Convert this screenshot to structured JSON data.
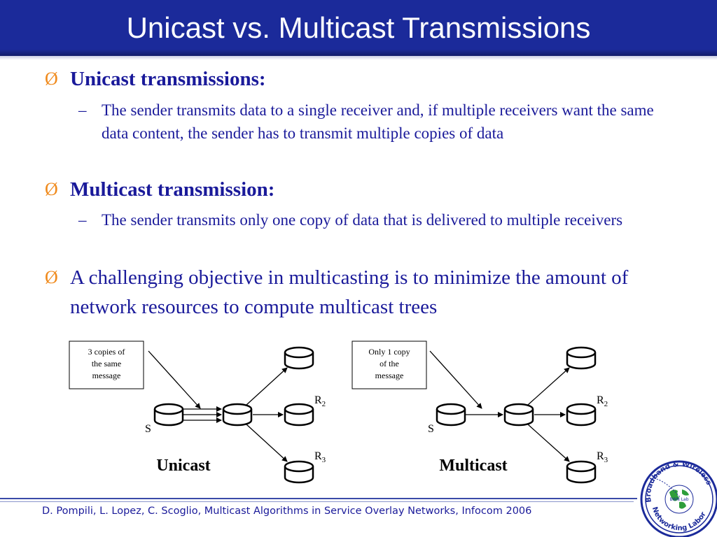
{
  "slide": {
    "title": "Unicast vs. Multicast Transmissions"
  },
  "bullets": [
    {
      "text": "Unicast transmissions:",
      "sub": "The sender transmits data to a single receiver and, if multiple receivers want the same data content, the sender has to transmit multiple copies of data"
    },
    {
      "text": "Multicast transmission:",
      "sub": "The sender transmits only one copy of data that is delivered to multiple receivers"
    },
    {
      "text": "A challenging objective in multicasting is to minimize the amount of network resources to compute multicast trees"
    }
  ],
  "bullet_marker": "Ø",
  "sub_marker": "–",
  "diagram_unicast": {
    "note_line1": "3 copies of",
    "note_line2": "the same",
    "note_line3": "message",
    "sender_label": "S",
    "receiver2_label": "R",
    "receiver2_sub": "2",
    "receiver3_label": "R",
    "receiver3_sub": "3",
    "caption": "Unicast"
  },
  "diagram_multicast": {
    "note_line1": "Only 1  copy",
    "note_line2": "of the",
    "note_line3": "message",
    "sender_label": "S",
    "receiver2_label": "R",
    "receiver2_sub": "2",
    "receiver3_label": "R",
    "receiver3_sub": "3",
    "caption": "Multicast"
  },
  "footer": {
    "citation": "D. Pompili, L. Lopez, C. Scoglio, Multicast Algorithms in Service Overlay Networks, Infocom 2006"
  },
  "logo": {
    "text_top": "Broadband & Wireless",
    "text_bottom": "Networking Laboratory",
    "center": "BWN Lab"
  },
  "colors": {
    "title_bar": "#1b2a9a",
    "text": "#1a1a9a",
    "bullet_arrow": "#f08a1c"
  }
}
